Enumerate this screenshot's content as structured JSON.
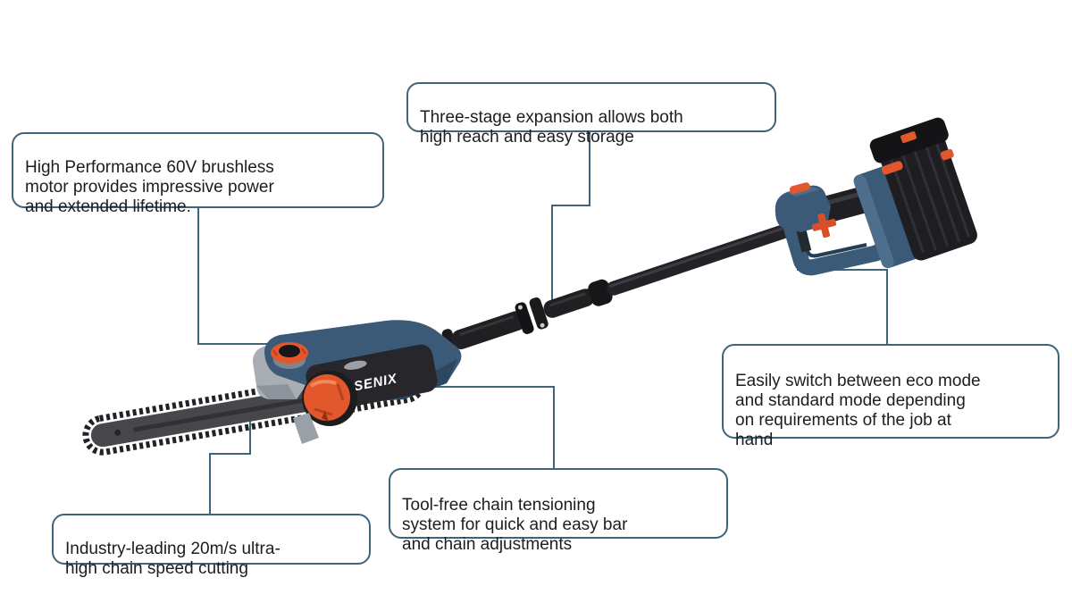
{
  "figure": {
    "type": "product-feature-diagram",
    "background": "#ffffff"
  },
  "product": {
    "name": "cordless telescoping pole saw",
    "brand": "SENIX",
    "colors": {
      "body_blue": "#3b5a77",
      "body_blue_dark": "#2c4860",
      "pole_black": "#1e1e22",
      "accent_orange": "#e2572b",
      "metal_gray": "#9aa1a8",
      "bar_gray": "#46464b",
      "callout_border": "#3e647a",
      "callout_text": "#1d1d1d",
      "logo_text": "#ffffff"
    }
  },
  "callouts": [
    {
      "id": "three-stage-expansion",
      "text": "Three-stage expansion allows both\nhigh reach and easy storage"
    },
    {
      "id": "brushless-motor",
      "text": "High Performance 60V brushless\nmotor provides impressive power\nand extended lifetime."
    },
    {
      "id": "eco-mode",
      "text": "Easily switch between eco mode\nand standard mode depending\non requirements of the job at\nhand"
    },
    {
      "id": "chain-speed",
      "text": "Industry-leading 20m/s ultra-\nhigh chain speed cutting"
    },
    {
      "id": "chain-tensioning",
      "text": "Tool-free chain tensioning\nsystem for quick and easy bar\nand chain adjustments"
    }
  ]
}
